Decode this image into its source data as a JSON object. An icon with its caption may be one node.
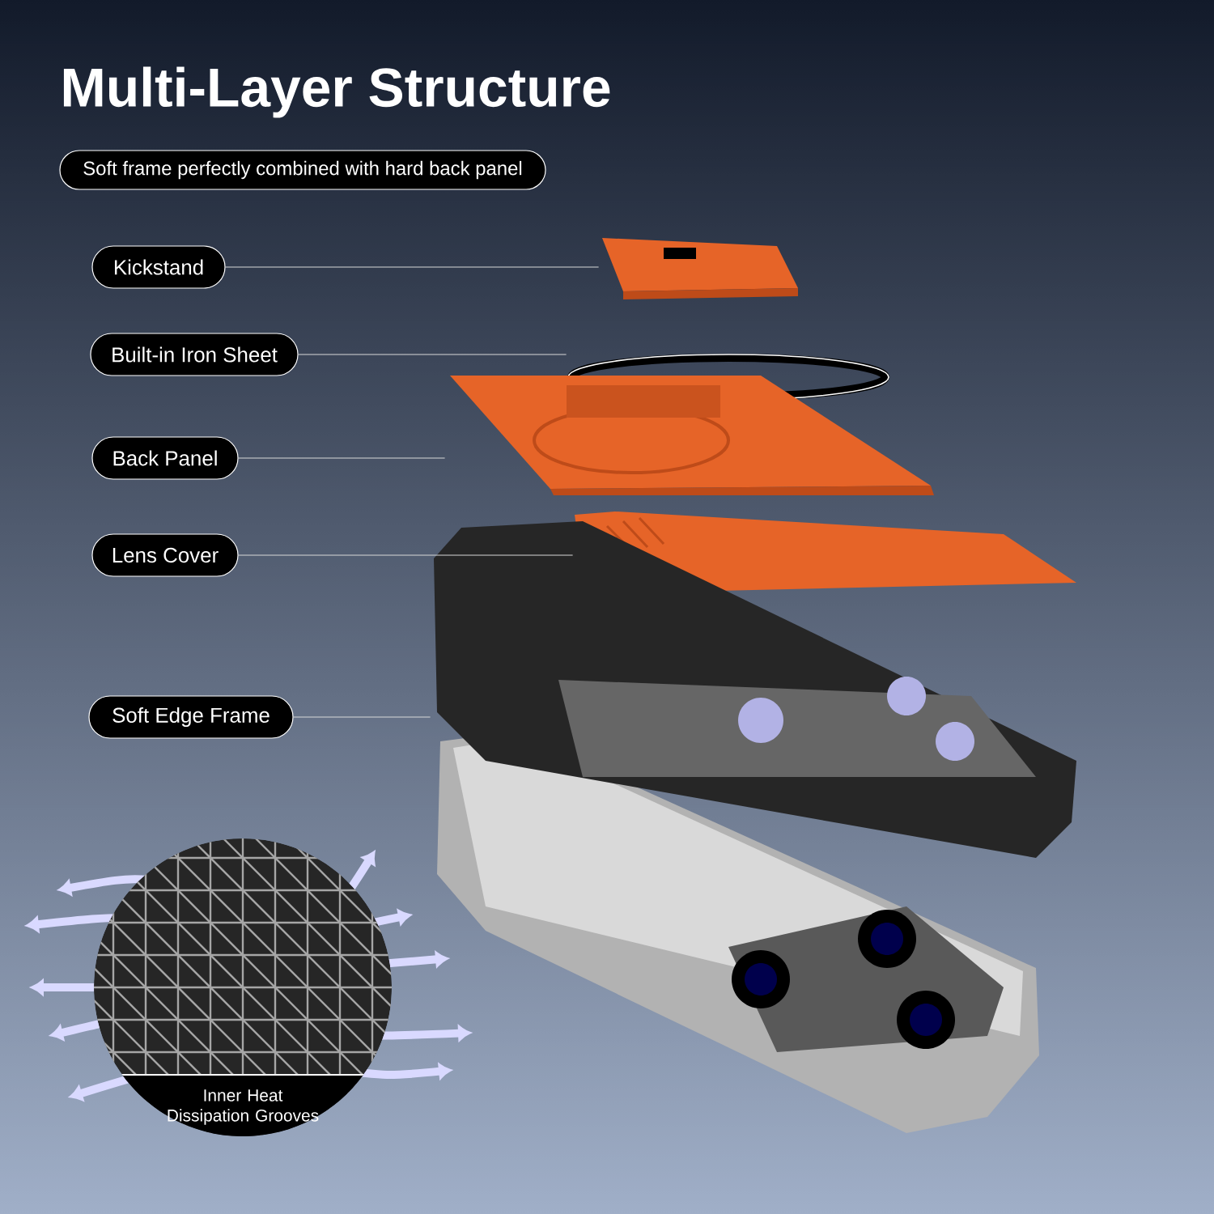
{
  "diagram": {
    "title": "Multi-Layer Structure",
    "nodes": [
      {
        "text": [
          "Soft frame perfectly combined with hard back panel"
        ]
      },
      {
        "text": [
          "Kickstand"
        ]
      },
      {
        "text": [
          "Built-in Iron Sheet"
        ]
      },
      {
        "text": [
          "Back Panel"
        ]
      },
      {
        "text": [
          "Lens Cover"
        ]
      },
      {
        "text": [
          "Soft Edge Frame"
        ]
      },
      {
        "text": [],
        "shape": "picture"
      },
      {
        "text": [],
        "shape": "picture"
      },
      {
        "text": [],
        "shape": "picture"
      },
      {
        "text": [],
        "shape": "picture"
      },
      {
        "text": [],
        "shape": "picture"
      },
      {
        "text": [
          "Inner Heat Dissipation Grooves"
        ]
      }
    ],
    "edges": [
      {
        "from": 1,
        "to": 6,
        "arrow": "none"
      },
      {
        "from": 2,
        "to": 7,
        "arrow": "none"
      },
      {
        "from": 3,
        "to": 8,
        "arrow": "none"
      },
      {
        "from": 4,
        "to": 9,
        "arrow": "none"
      },
      {
        "from": 5,
        "to": 10,
        "arrow": "none"
      }
    ]
  }
}
